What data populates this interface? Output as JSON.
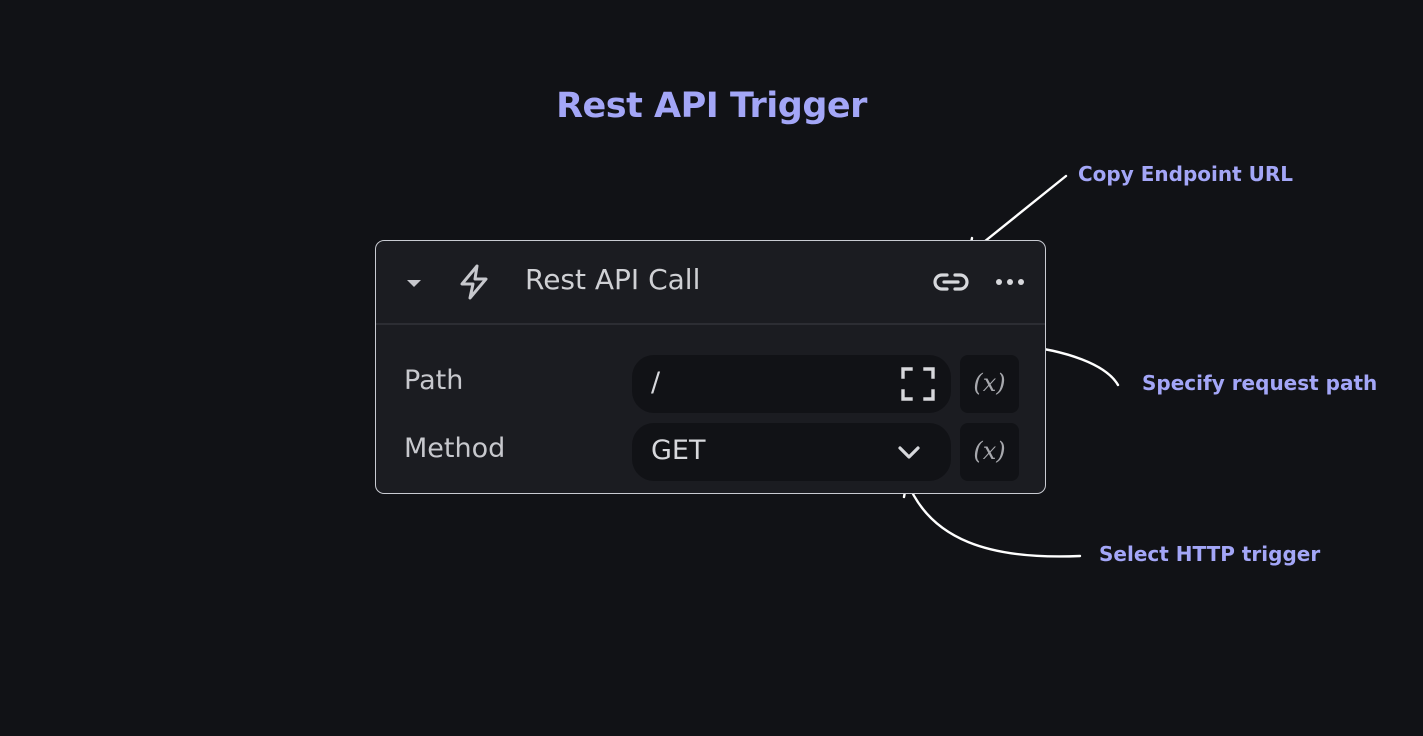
{
  "title": "Rest API Trigger",
  "callouts": {
    "copy": "Copy Endpoint URL",
    "path": "Specify request path",
    "method": "Select HTTP trigger"
  },
  "node": {
    "name": "Rest API Call",
    "icons": {
      "collapse": "caret-down-icon",
      "type": "lightning-bolt-icon",
      "copy_url": "link-icon",
      "more": "more-horizontal-icon",
      "expand": "expand-icon",
      "dropdown": "chevron-down-icon"
    },
    "fields": {
      "path": {
        "label": "Path",
        "value": "/",
        "variable_button": "(x)"
      },
      "method": {
        "label": "Method",
        "value": "GET",
        "variable_button": "(x)"
      }
    }
  },
  "colors": {
    "background": "#111216",
    "accent": "#a3a6f7",
    "node_background": "#1b1c21",
    "node_border": "#c9cbd2"
  }
}
